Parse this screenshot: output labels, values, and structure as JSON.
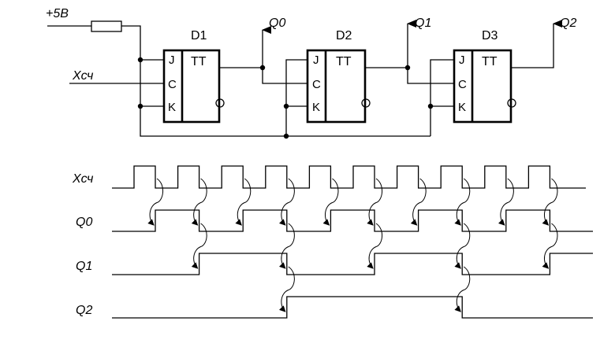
{
  "supply": {
    "label": "+5В"
  },
  "clock_input": {
    "label": "Xсч"
  },
  "flipflops": [
    {
      "name": "D1",
      "type": "TT",
      "pins": [
        "J",
        "C",
        "K"
      ]
    },
    {
      "name": "D2",
      "type": "TT",
      "pins": [
        "J",
        "C",
        "K"
      ]
    },
    {
      "name": "D3",
      "type": "TT",
      "pins": [
        "J",
        "C",
        "K"
      ]
    }
  ],
  "outputs": [
    "Q0",
    "Q1",
    "Q2"
  ],
  "timing": {
    "signals": [
      "Xсч",
      "Q0",
      "Q1",
      "Q2"
    ],
    "pulse_count": 10,
    "q0_levels": [
      0,
      1,
      0,
      1,
      0,
      1,
      0,
      1,
      0,
      1,
      0
    ],
    "q1_levels": [
      0,
      0,
      1,
      1,
      0,
      0,
      1,
      1,
      0,
      0,
      1
    ],
    "q2_levels": [
      0,
      0,
      0,
      0,
      1,
      1,
      1,
      1,
      0,
      0,
      0
    ]
  }
}
